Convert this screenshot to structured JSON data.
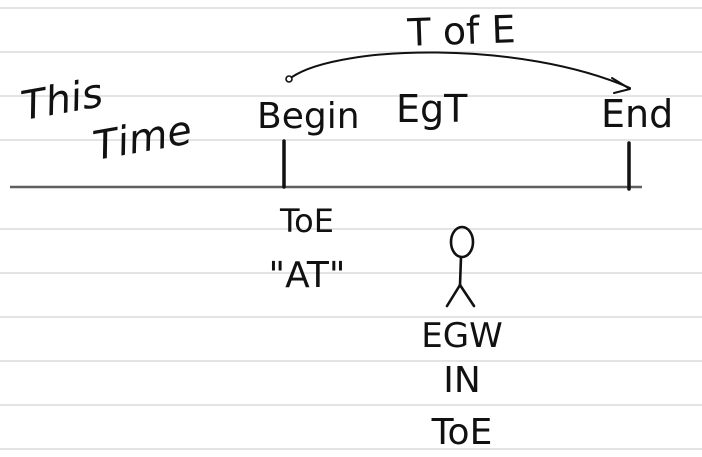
{
  "labels": {
    "this_time": [
      "This",
      "Time"
    ],
    "begin": "Begin",
    "egt": "EgT",
    "end": "End",
    "arc_label": "T of E",
    "toe_at": [
      "ToE",
      "\"AT\""
    ],
    "egw_in_toe": [
      "EGW",
      "IN",
      "ToE"
    ]
  },
  "colors": {
    "ink": "#111111",
    "ruled_line": "#d9d9d9",
    "baseline": "#6b6b6b",
    "paper": "#ffffff"
  }
}
